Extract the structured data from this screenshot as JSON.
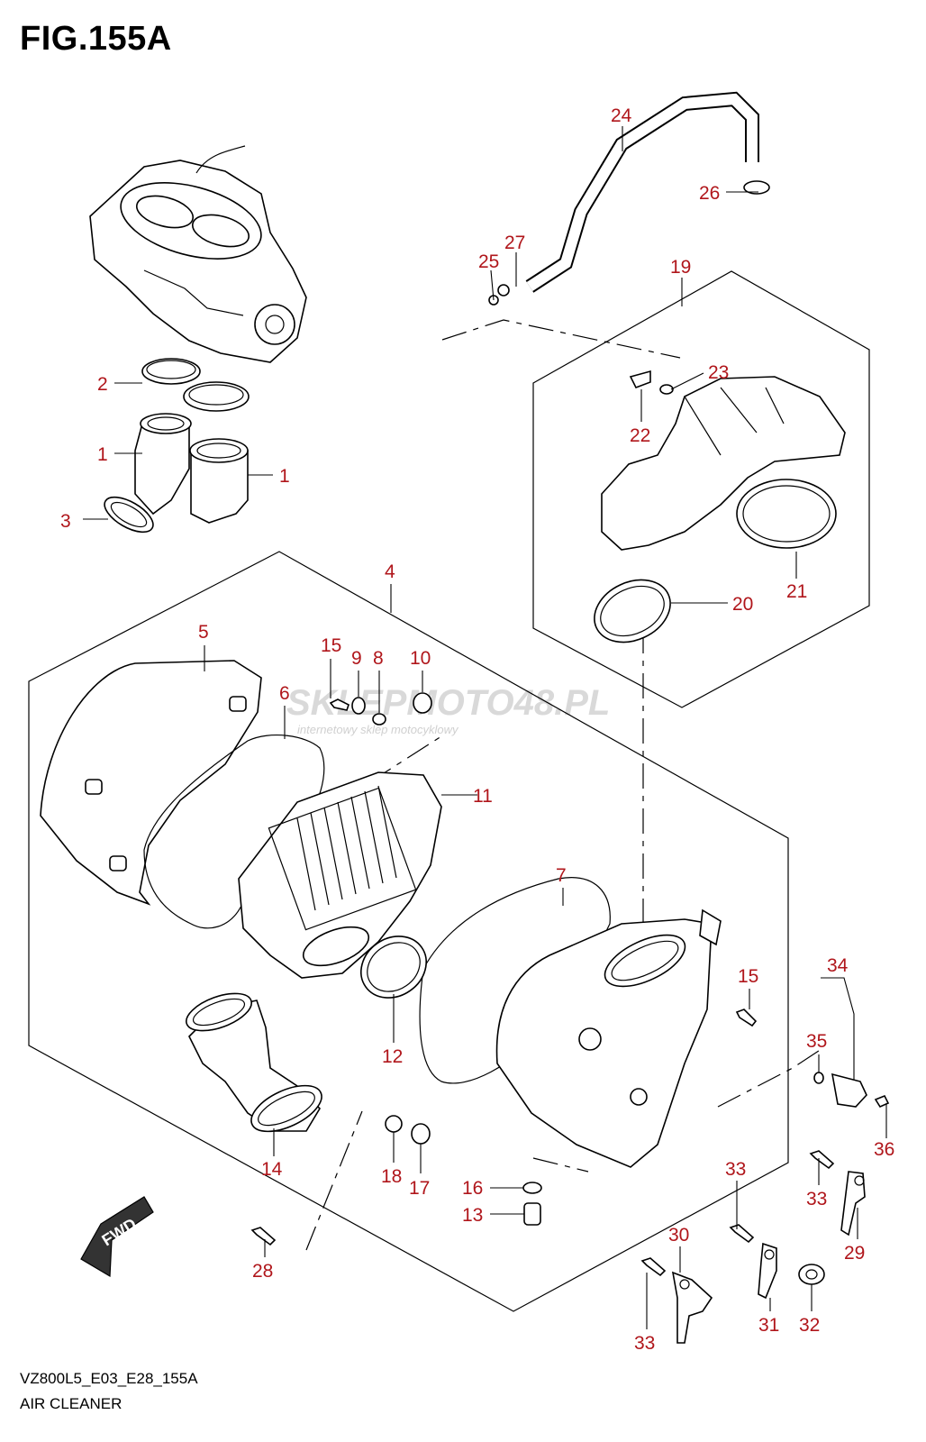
{
  "figure": {
    "title": "FIG.155A",
    "code": "VZ800L5_E03_E28_155A",
    "name": "AIR CLEANER"
  },
  "watermark": {
    "brand": "SKLEPMOTO48.PL",
    "tagline": "internetowy sklep motocyklowy"
  },
  "fwd_label": "FWD",
  "callouts": [
    "24",
    "26",
    "25",
    "27",
    "19",
    "23",
    "22",
    "2",
    "1",
    "1",
    "3",
    "21",
    "20",
    "4",
    "5",
    "15",
    "9",
    "8",
    "10",
    "6",
    "11",
    "7",
    "15",
    "34",
    "35",
    "36",
    "12",
    "14",
    "18",
    "17",
    "16",
    "13",
    "33",
    "33",
    "29",
    "30",
    "31",
    "32",
    "33",
    "28"
  ],
  "colors": {
    "callout": "#b0161b",
    "line": "#000000"
  }
}
